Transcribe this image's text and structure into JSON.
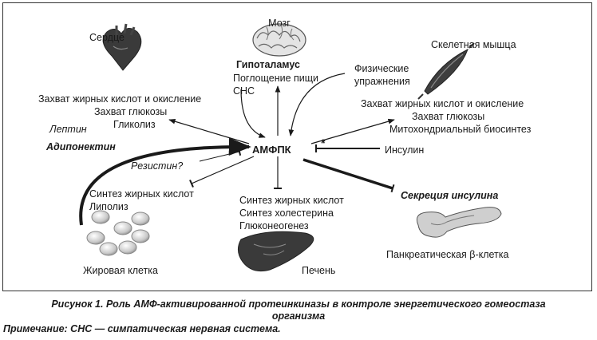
{
  "nodes": {
    "center": "АМФПК",
    "brain": {
      "title": "Мозг",
      "sub": "Гипоталамус",
      "lines": [
        "Поглощение пищи",
        "СНС"
      ]
    },
    "heart": {
      "title": "Сердце",
      "lines": [
        "Захват жирных кислот и окисление",
        "Захват глюкозы",
        "Гликолиз"
      ]
    },
    "muscle": {
      "title": "Скелетная мышца",
      "exercise": [
        "Физические",
        "упражнения"
      ],
      "lines": [
        "Захват жирных кислот и окисление",
        "Захват глюкозы",
        "Митохондриальный биосинтез"
      ]
    },
    "fat": {
      "title": "Жировая клетка",
      "lines": [
        "Синтез жирных кислот",
        "Липолиз"
      ]
    },
    "liver": {
      "title": "Печень",
      "lines": [
        "Синтез жирных кислот",
        "Синтез холестерина",
        "Глюконеогенез"
      ]
    },
    "pancreas": {
      "title": "Панкреатическая β-клетка",
      "secretion": "Секреция инсулина"
    },
    "hormones": {
      "leptin": "Лептин",
      "adiponectin": "Адипонектин",
      "resistin": "Резистин?",
      "insulin": "Инсулин",
      "star": "*"
    }
  },
  "caption": {
    "line1": "Рисунок 1. Роль АМФ-активированной протеинкиназы в контроле энергетического гомеостаза",
    "line2": "организма",
    "note": "Примечание: СНС — симпатическая нервная система."
  },
  "colors": {
    "ink": "#1a1a1a",
    "frame": "#333333",
    "organ": "#666666"
  }
}
